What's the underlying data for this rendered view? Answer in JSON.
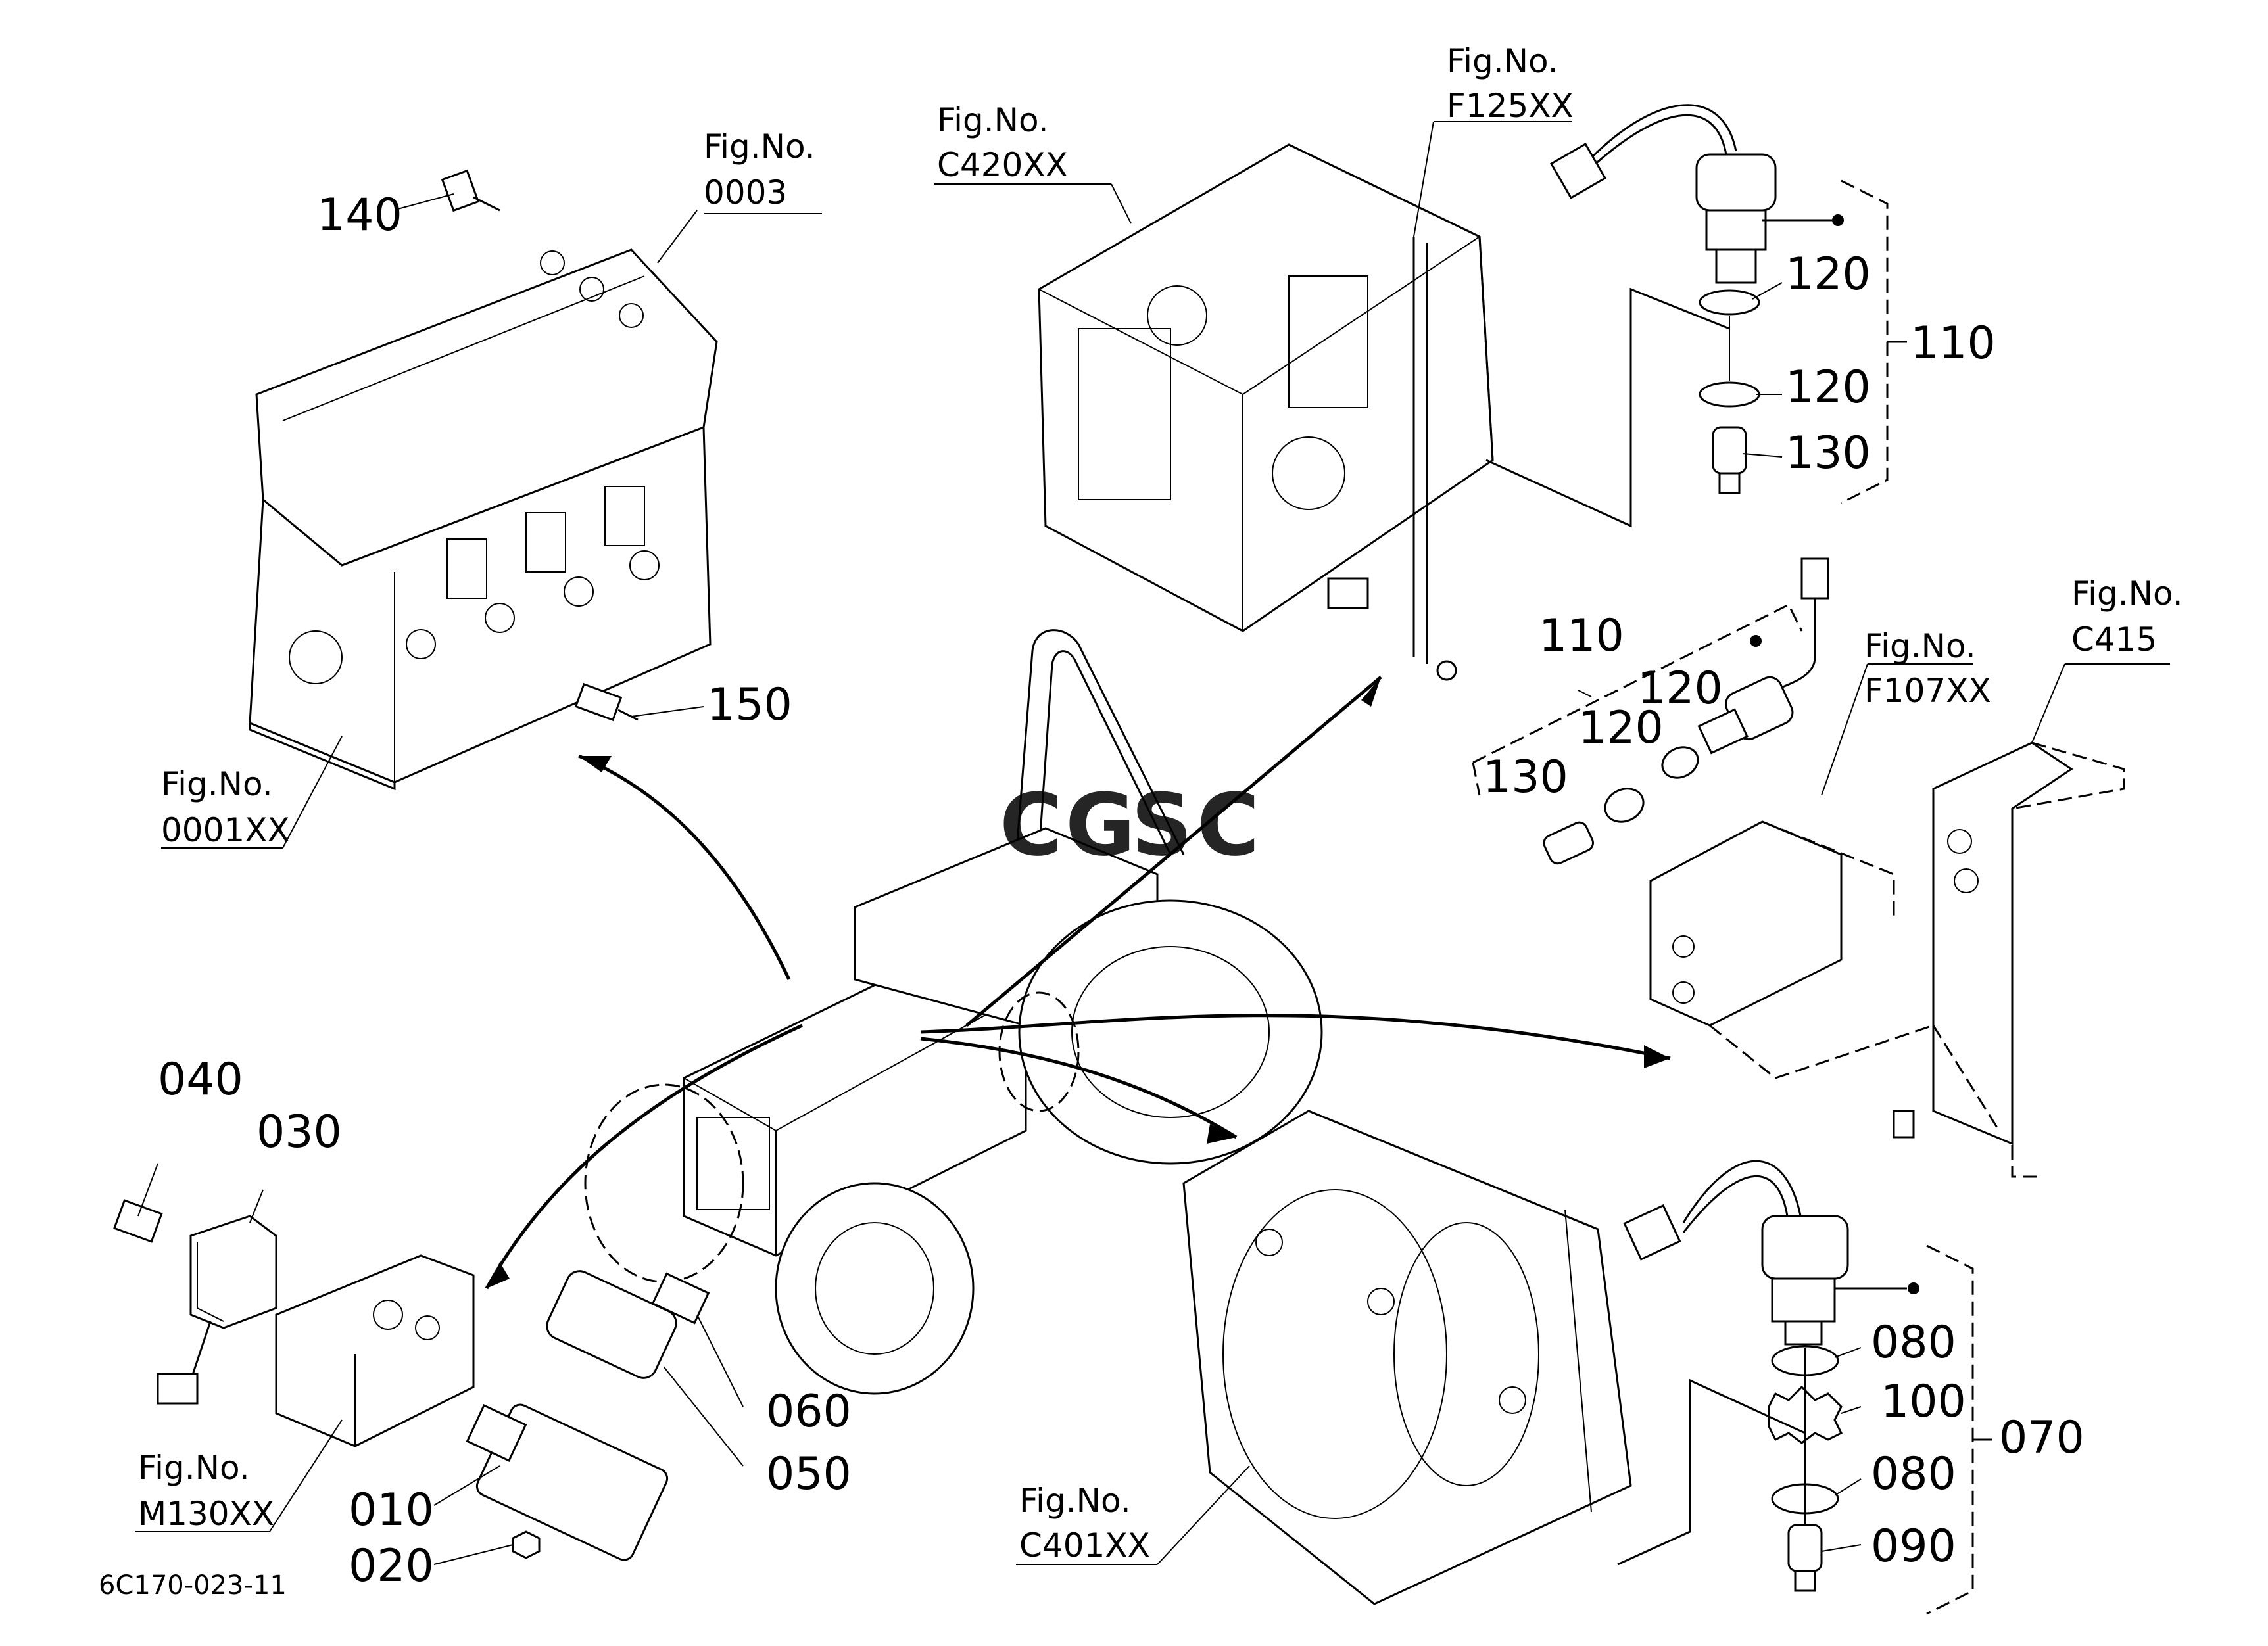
{
  "figure_refs": {
    "f0003": {
      "line1": "Fig.No.",
      "line2": "0003"
    },
    "f0001xx": {
      "line1": "Fig.No.",
      "line2": "0001XX"
    },
    "fc420xx": {
      "line1": "Fig.No.",
      "line2": "C420XX"
    },
    "ff125xx": {
      "line1": "Fig.No.",
      "line2": "F125XX"
    },
    "ff107xx": {
      "line1": "Fig.No.",
      "line2": "F107XX"
    },
    "fc415": {
      "line1": "Fig.No.",
      "line2": "C415"
    },
    "fm130xx": {
      "line1": "Fig.No.",
      "line2": "M130XX"
    },
    "fc401xx": {
      "line1": "Fig.No.",
      "line2": "C401XX"
    }
  },
  "callouts": {
    "p140": "140",
    "p150": "150",
    "p120a": "120",
    "p120b": "120",
    "p110a": "110",
    "p130a": "130",
    "p110b": "110",
    "p120c": "120",
    "p120d": "120",
    "p130b": "130",
    "p040": "040",
    "p030": "030",
    "p060": "060",
    "p050": "050",
    "p010": "010",
    "p020": "020",
    "p080a": "080",
    "p100": "100",
    "p070": "070",
    "p080b": "080",
    "p090": "090"
  },
  "drawing_code": "6C170-023-11",
  "watermark": {
    "letters": [
      "C",
      "G",
      "S",
      "C"
    ],
    "colors": [
      "#4a86e8",
      "#ea4335",
      "#fbbc05",
      "#34a853"
    ]
  }
}
